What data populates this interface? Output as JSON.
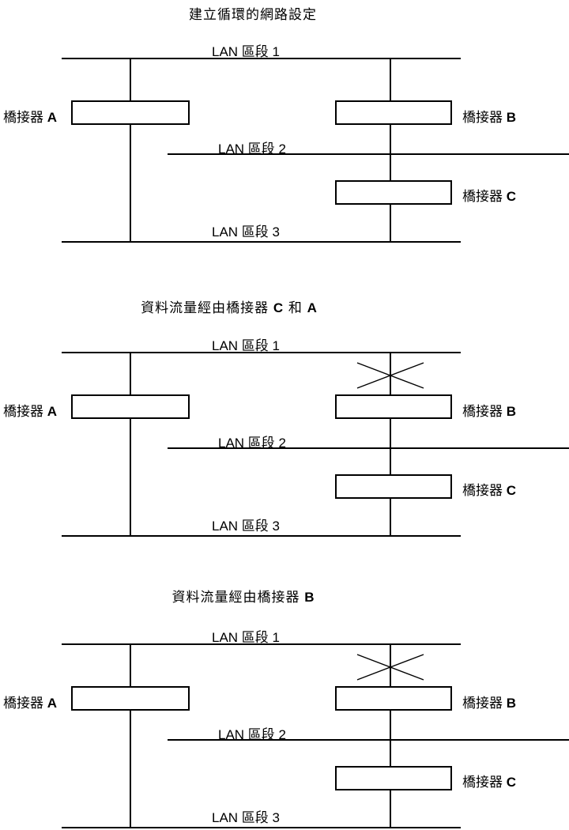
{
  "page": {
    "background_color": "#ffffff",
    "line_color": "#000000",
    "text_color": "#000000"
  },
  "diagrams": [
    {
      "title": {
        "prefix": "建立循環的網路設定",
        "bold1": "",
        "middle": "",
        "bold2": ""
      },
      "lan_segments": [
        {
          "label": "LAN 區段 1"
        },
        {
          "label": "LAN 區段 2"
        },
        {
          "label": "LAN 區段 3"
        }
      ],
      "bridges": [
        {
          "name_prefix": "橋接器",
          "letter": "A"
        },
        {
          "name_prefix": "橋接器",
          "letter": "B"
        },
        {
          "name_prefix": "橋接器",
          "letter": "C"
        }
      ],
      "blocked_link_on_bridge_b": false
    },
    {
      "title": {
        "prefix": "資料流量經由橋接器 ",
        "bold1": "C",
        "middle": " 和 ",
        "bold2": "A"
      },
      "lan_segments": [
        {
          "label": "LAN 區段 1"
        },
        {
          "label": "LAN 區段 2"
        },
        {
          "label": "LAN 區段 3"
        }
      ],
      "bridges": [
        {
          "name_prefix": "橋接器",
          "letter": "A"
        },
        {
          "name_prefix": "橋接器",
          "letter": "B"
        },
        {
          "name_prefix": "橋接器",
          "letter": "C"
        }
      ],
      "blocked_link_on_bridge_b": true
    },
    {
      "title": {
        "prefix": "資料流量經由橋接器 ",
        "bold1": "B",
        "middle": "",
        "bold2": ""
      },
      "lan_segments": [
        {
          "label": "LAN 區段 1"
        },
        {
          "label": "LAN 區段 2"
        },
        {
          "label": "LAN 區段 3"
        }
      ],
      "bridges": [
        {
          "name_prefix": "橋接器",
          "letter": "A"
        },
        {
          "name_prefix": "橋接器",
          "letter": "B"
        },
        {
          "name_prefix": "橋接器",
          "letter": "C"
        }
      ],
      "blocked_link_on_bridge_b": true
    }
  ]
}
